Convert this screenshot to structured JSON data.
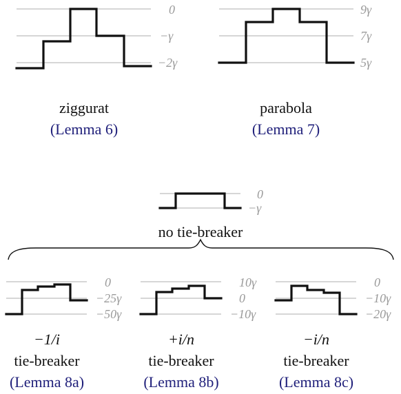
{
  "diagrams": [
    {
      "id": "ziggurat",
      "caption_line1": "ziggurat",
      "caption_ref": "Lemma 6",
      "tick_labels": [
        "0",
        "−γ",
        "−2γ"
      ]
    },
    {
      "id": "parabola",
      "caption_line1": "parabola",
      "caption_ref": "Lemma 7",
      "tick_labels": [
        "9γ",
        "7γ",
        "5γ"
      ]
    },
    {
      "id": "no-tie-breaker",
      "caption_line1": "no tie-breaker",
      "tick_labels": [
        "0",
        "−γ"
      ]
    },
    {
      "id": "minus-1-over-i",
      "caption_math": "−1/i",
      "caption_line2": "tie-breaker",
      "caption_ref": "Lemma 8a",
      "tick_labels": [
        "0",
        "−25γ",
        "−50γ"
      ]
    },
    {
      "id": "plus-i-over-n",
      "caption_math": "+i/n",
      "caption_line2": "tie-breaker",
      "caption_ref": "Lemma 8b",
      "tick_labels": [
        "10γ",
        "0",
        "−10γ"
      ]
    },
    {
      "id": "minus-i-over-n",
      "caption_math": "−i/n",
      "caption_line2": "tie-breaker",
      "caption_ref": "Lemma 8c",
      "tick_labels": [
        "0",
        "−10γ",
        "−20γ"
      ]
    }
  ],
  "colors": {
    "step": "#111111",
    "grid": "#bdbdbd",
    "tick": "#9a9a9a",
    "ref": "#1f1f7a"
  }
}
